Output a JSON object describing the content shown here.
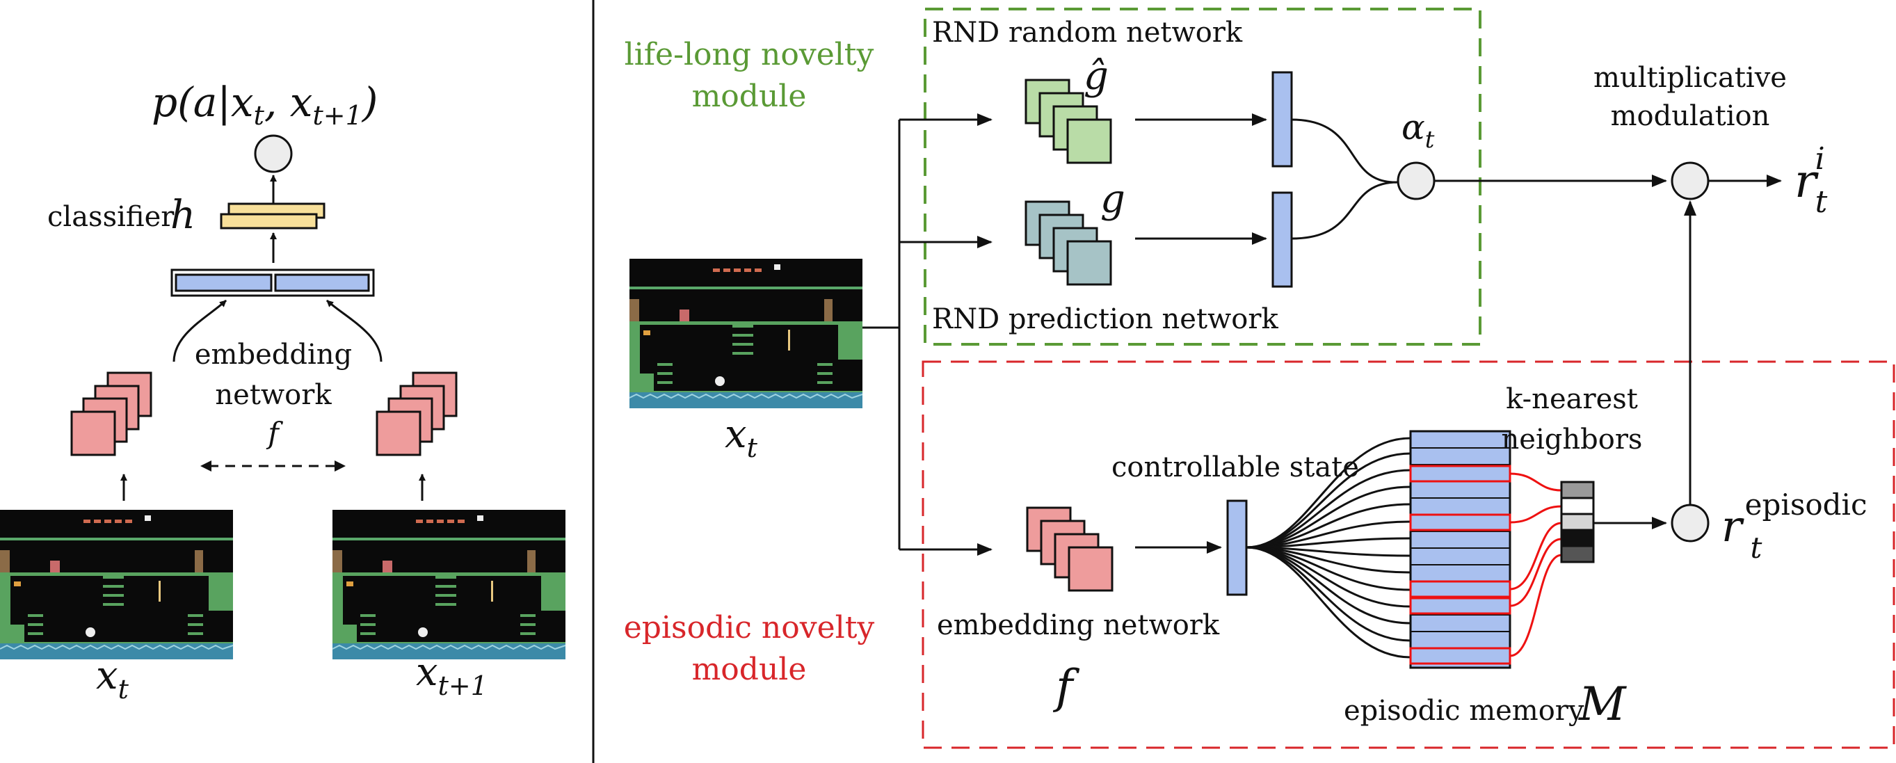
{
  "left": {
    "classifier_output": "p(a|x",
    "classifier_output_sub1": "t",
    "classifier_output_mid": ", x",
    "classifier_output_sub2": "t+1",
    "classifier_output_end": ")",
    "classifier_label": "classifier",
    "classifier_symbol": "h",
    "embedding_line1": "embedding",
    "embedding_line2": "network",
    "embedding_symbol": "f",
    "frame_left_label": "x",
    "frame_left_sub": "t",
    "frame_right_label": "x",
    "frame_right_sub": "t+1"
  },
  "right": {
    "lifelong_line1": "life-long novelty",
    "lifelong_line2": "module",
    "episodic_line1": "episodic novelty",
    "episodic_line2": "module",
    "input_label": "x",
    "input_sub": "t",
    "rnd_random": "RND random network",
    "rnd_prediction": "RND prediction network",
    "g_hat": "ĝ",
    "g": "g",
    "alpha": "α",
    "alpha_sub": "t",
    "mult_line1": "multiplicative",
    "mult_line2": "modulation",
    "reward": "r",
    "reward_sub": "t",
    "reward_sup": "i",
    "controllable_state": "controllable state",
    "embedding_network": "embedding network",
    "embedding_symbol": "f",
    "knn_line1": "k-nearest",
    "knn_line2": "neighbors",
    "episodic_memory": "episodic memory",
    "memory_symbol": "M",
    "episodic_reward": "r",
    "episodic_reward_sub": "t",
    "episodic_reward_sup": "episodic"
  },
  "colors": {
    "stack_red": "#ee9c9c",
    "stack_green": "#b9dca7",
    "stack_teal": "#a6c3c6",
    "embedding_blue": "#a9c0ef",
    "classifier_yellow": "#f8e09a",
    "lifelong_green": "#5a9a35",
    "episodic_red": "#d8262a"
  }
}
